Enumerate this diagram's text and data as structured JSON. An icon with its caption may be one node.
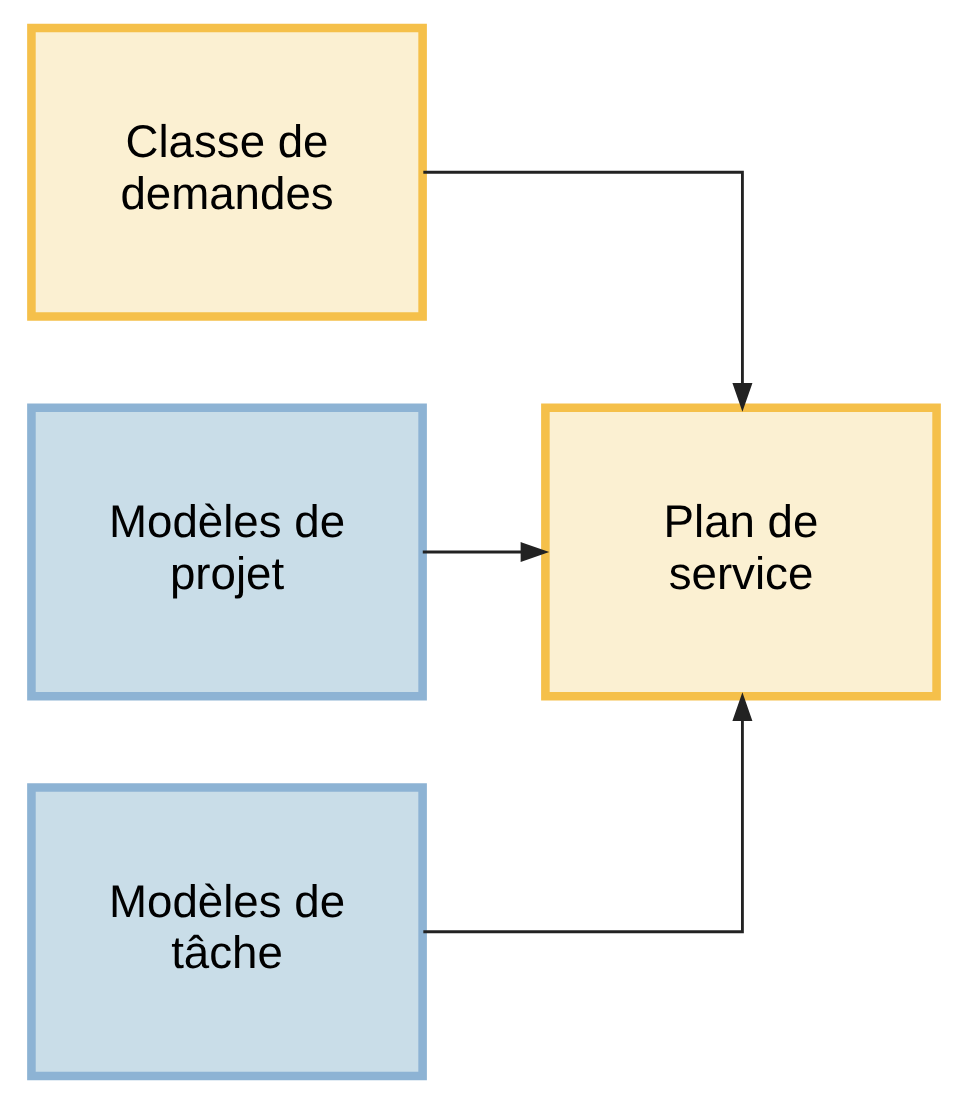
{
  "diagram": {
    "nodes": [
      {
        "text": [
          "Classe de demandes"
        ]
      },
      {
        "text": [
          "Modèles de projet"
        ]
      },
      {
        "text": [
          "Modèles de tâche"
        ]
      },
      {
        "text": [
          "Plan de service"
        ]
      }
    ],
    "edges": [
      {
        "from": 0,
        "to": 3,
        "arrow": "to"
      },
      {
        "from": 1,
        "to": 3,
        "arrow": "to"
      },
      {
        "from": 2,
        "to": 3,
        "arrow": "to"
      }
    ]
  }
}
